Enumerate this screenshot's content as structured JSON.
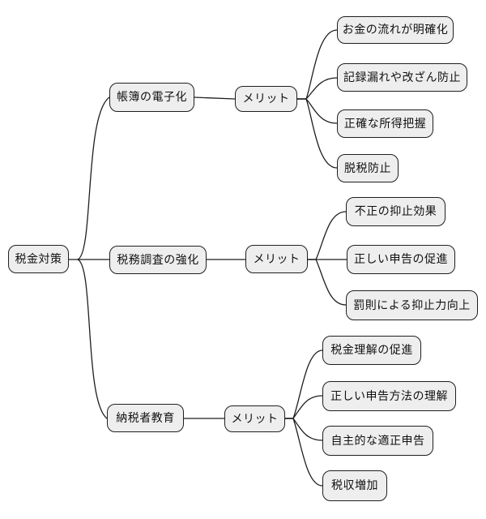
{
  "diagram": {
    "type": "mindmap",
    "root": {
      "label": "税金対策"
    },
    "branches": [
      {
        "label": "帳簿の電子化",
        "merit_label": "メリット",
        "children": [
          "お金の流れが明確化",
          "記録漏れや改ざん防止",
          "正確な所得把握",
          "脱税防止"
        ]
      },
      {
        "label": "税務調査の強化",
        "merit_label": "メリット",
        "children": [
          "不正の抑止効果",
          "正しい申告の促進",
          "罰則による抑止力向上"
        ]
      },
      {
        "label": "納税者教育",
        "merit_label": "メリット",
        "children": [
          "税金理解の促進",
          "正しい申告方法の理解",
          "自主的な適正申告",
          "税収増加"
        ]
      }
    ]
  },
  "colors": {
    "node_fill": "#eeeeee",
    "node_border": "#1f1f1f",
    "edge": "#1f1f1f",
    "background": "#ffffff",
    "text": "#111111"
  }
}
